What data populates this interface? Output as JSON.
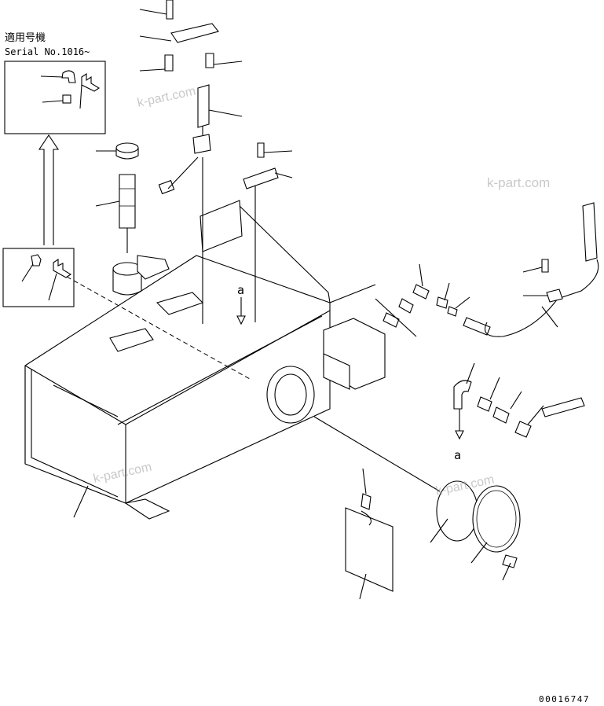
{
  "note": {
    "line1": "適用号機",
    "line2": "Serial No.1016~"
  },
  "reference_marks": {
    "upper": "a",
    "lower": "a"
  },
  "watermarks": [
    "k-part.com",
    "k-part.com",
    "k-part.com",
    "k-part.com"
  ],
  "drawing_number": "00016747"
}
